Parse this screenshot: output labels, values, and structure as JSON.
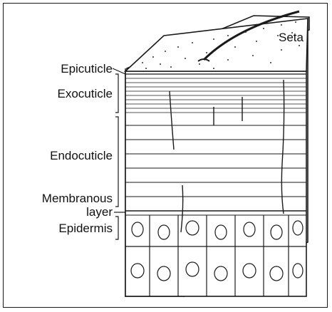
{
  "labels": {
    "seta": "Seta",
    "epicuticle": "Epicuticle",
    "exocuticle": "Exocuticle",
    "endocuticle": "Endocuticle",
    "membranous_line1": "Membranous",
    "membranous_line2": "layer",
    "epidermis": "Epidermis"
  },
  "colors": {
    "ink": "#1a1a1a",
    "stipple": "#333333",
    "paper": "#ffffff"
  }
}
